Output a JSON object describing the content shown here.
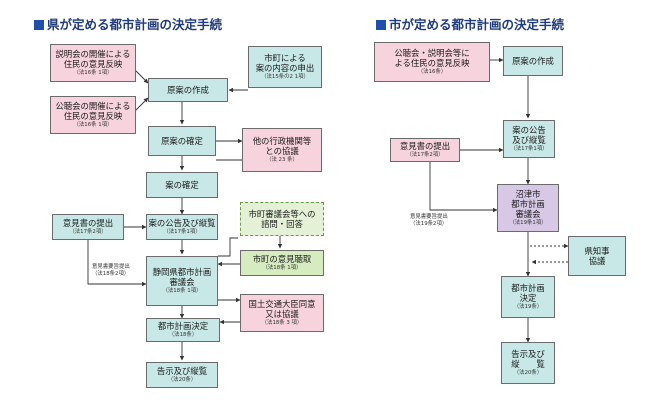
{
  "left": {
    "title": "県が定める都市計画の決定手続",
    "boxes": {
      "setsumeikai": {
        "main": "説明会の開催による\n住民の意見反映",
        "sub": "（法16条 1項）"
      },
      "kochokai": {
        "main": "公聴会の開催による\n住民の意見反映",
        "sub": "（法16条 1項）"
      },
      "gensaku": {
        "main": "原案の作成",
        "sub": ""
      },
      "chocho": {
        "main": "市町による\n案の内容の申出",
        "sub": "（法15条の2 1項）"
      },
      "kakutei_gen": {
        "main": "原案の確定",
        "sub": ""
      },
      "gyosei": {
        "main": "他の行政機関等\nとの協議",
        "sub": "（法 23 条）"
      },
      "an_kakutei": {
        "main": "案の確定",
        "sub": ""
      },
      "ikensho": {
        "main": "意見書の提出",
        "sub": "（法17条2項）"
      },
      "kokoku": {
        "main": "案の公告及び縦覧",
        "sub": "（法17条1項）"
      },
      "shingikai_toshi": {
        "main": "市町審議会等への\n諮問・回答",
        "sub": ""
      },
      "ikenchoshu": {
        "main": "市町の意見聴取",
        "sub": "（法18条 1項）"
      },
      "shizuoka": {
        "main": "静岡県都市計画\n審議会",
        "sub": "（法18条 1項）"
      },
      "kokudo": {
        "main": "国土交通大臣同意\n又は協議",
        "sub": "（法18条 3 項）"
      },
      "kettei": {
        "main": "都市計画決定",
        "sub": "（法18条）"
      },
      "kokuji": {
        "main": "告示及び縦覧",
        "sub": "（法20条）"
      }
    },
    "note": "意見書要旨提出\n（法18条2項）"
  },
  "right": {
    "title": "市が定める都市計画の決定手続",
    "boxes": {
      "kochokai": {
        "main": "公聴会・説明会等に\nよる住民の意見反映",
        "sub": "（法16条）"
      },
      "gensaku": {
        "main": "原案の作成",
        "sub": ""
      },
      "kokoku": {
        "main": "案の公告\n及び縦覧",
        "sub": "（法17条1項）"
      },
      "ikensho": {
        "main": "意見書の提出",
        "sub": "（法17条2項）"
      },
      "numazu": {
        "main": "沼津市\n都市計画\n審議会",
        "sub": "（法19条1項）"
      },
      "chiji": {
        "main": "県知事\n協議",
        "sub": ""
      },
      "kettei": {
        "main": "都市計画\n決定",
        "sub": "（法19条）"
      },
      "kokuji": {
        "main": "告示及び\n縦　　覧",
        "sub": "（法20条）"
      }
    },
    "note": "意見書要旨提出\n（法19条2項）"
  }
}
